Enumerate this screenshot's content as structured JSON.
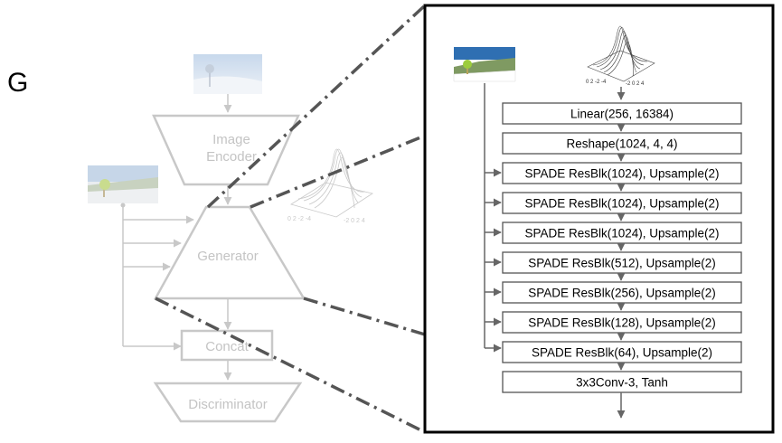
{
  "left_diagram": {
    "label": "G",
    "encoder_label_line1": "Image",
    "encoder_label_line2": "Encoder",
    "generator_label": "Generator",
    "concat_label": "Concat",
    "discriminator_label": "Discriminator"
  },
  "detail_panel": {
    "layers": [
      "Linear(256, 16384)",
      "Reshape(1024, 4, 4)",
      "SPADE ResBlk(1024), Upsample(2)",
      "SPADE ResBlk(1024), Upsample(2)",
      "SPADE ResBlk(1024), Upsample(2)",
      "SPADE ResBlk(512), Upsample(2)",
      "SPADE ResBlk(256), Upsample(2)",
      "SPADE ResBlk(128), Upsample(2)",
      "SPADE ResBlk(64), Upsample(2)",
      "3x3Conv-3, Tanh"
    ]
  }
}
